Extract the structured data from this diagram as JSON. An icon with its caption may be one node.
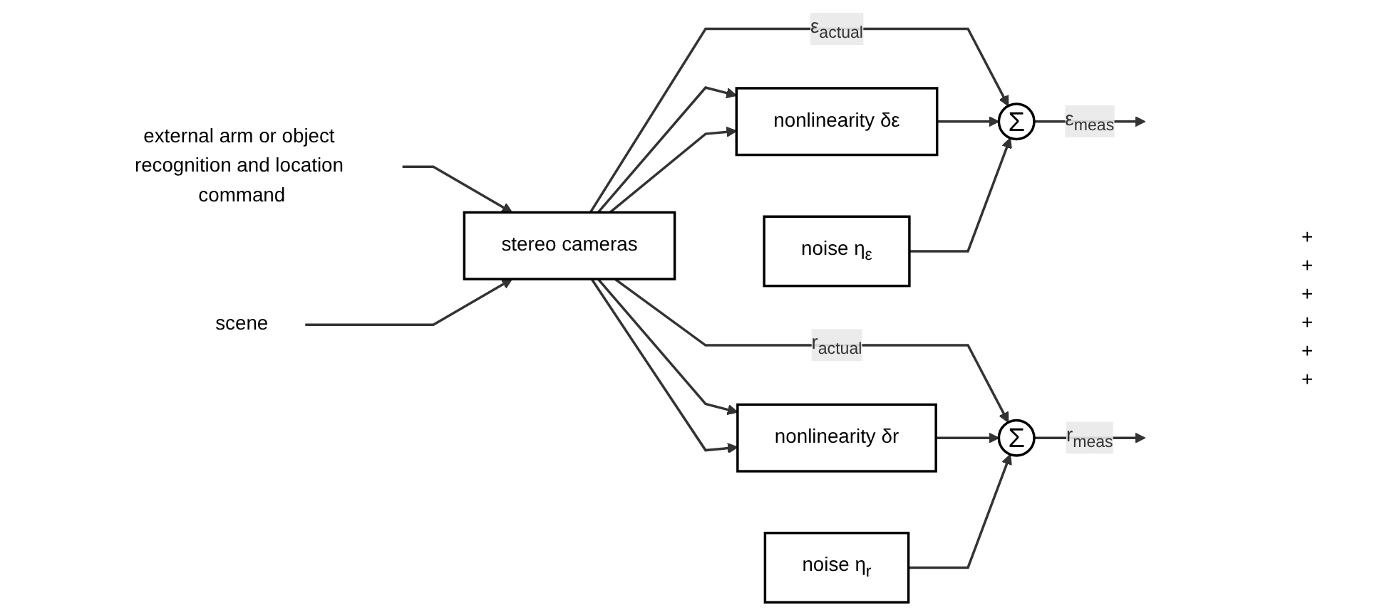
{
  "diagram": {
    "nodes": [
      {
        "text": [
          "external arm or object recognition and location command"
        ]
      },
      {
        "text": [
          "scene"
        ]
      },
      {
        "text": [
          "stereo cameras"
        ]
      },
      {
        "text": [
          "nonlinearity δε"
        ]
      },
      {
        "text": [
          "noise η$_{ε}$"
        ]
      },
      {
        "text": [
          "Σ"
        ]
      },
      {
        "text": [
          "Σ"
        ]
      },
      {
        "text": [
          "nonlinearity δr"
        ]
      },
      {
        "text": [
          "noise η$_{r}$"
        ]
      }
    ],
    "edges": [
      {
        "from": 0,
        "to": 2,
        "arrow": "to"
      },
      {
        "from": 1,
        "to": 2,
        "arrow": "to"
      },
      {
        "from": 2,
        "to": 3,
        "arrow": "to"
      },
      {
        "from": 2,
        "to": 3,
        "arrow": "to"
      },
      {
        "from": 2,
        "to": 5,
        "label": "ε$_{actual}$",
        "arrow": "to"
      },
      {
        "from": 2,
        "to": 6,
        "label": "r$_{actual}$",
        "arrow": "to"
      },
      {
        "from": 2,
        "to": 7,
        "arrow": "to"
      },
      {
        "from": 2,
        "to": 7,
        "arrow": "to"
      },
      {
        "from": 3,
        "to": 5,
        "arrow": "to"
      },
      {
        "from": 4,
        "to": 5,
        "arrow": "to"
      },
      {
        "from": 7,
        "to": 6,
        "arrow": "to"
      },
      {
        "from": 8,
        "to": 6,
        "arrow": "to"
      },
      {
        "from": 5,
        "to": null,
        "label": "ε$_{meas}$",
        "arrow": "to"
      },
      {
        "from": 6,
        "to": null,
        "label": "r$_{meas}$",
        "arrow": "to"
      }
    ],
    "labels": [
      "+",
      "+",
      "+",
      "+",
      "+",
      "+"
    ]
  }
}
